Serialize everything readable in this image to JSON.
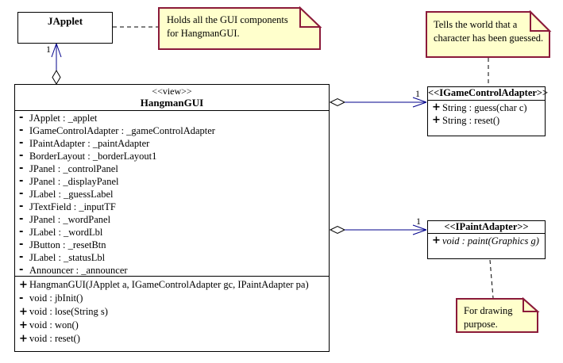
{
  "diagram": {
    "japplet": {
      "title": "JApplet"
    },
    "hangman": {
      "stereotype": "<<view>>",
      "title": "HangmanGUI",
      "fields": [
        {
          "vis": "-",
          "text": "JApplet : _applet"
        },
        {
          "vis": "-",
          "text": "IGameControlAdapter : _gameControlAdapter"
        },
        {
          "vis": "-",
          "text": "IPaintAdapter : _paintAdapter"
        },
        {
          "vis": "-",
          "text": "BorderLayout : _borderLayout1"
        },
        {
          "vis": "-",
          "text": "JPanel : _controlPanel"
        },
        {
          "vis": "-",
          "text": "JPanel : _displayPanel"
        },
        {
          "vis": "-",
          "text": "JLabel : _guessLabel"
        },
        {
          "vis": "-",
          "text": "JTextField : _inputTF"
        },
        {
          "vis": "-",
          "text": "JPanel : _wordPanel"
        },
        {
          "vis": "-",
          "text": "JLabel : _wordLbl"
        },
        {
          "vis": "-",
          "text": "JButton : _resetBtn"
        },
        {
          "vis": "-",
          "text": "JLabel : _statusLbl"
        },
        {
          "vis": "-",
          "text": "Announcer : _announcer"
        }
      ],
      "methods": [
        {
          "vis": "+",
          "text": "HangmanGUI(JApplet a, IGameControlAdapter gc, IPaintAdapter pa)"
        },
        {
          "vis": "-",
          "text": "void : jbInit()"
        },
        {
          "vis": "+",
          "text": "void : lose(String s)"
        },
        {
          "vis": "+",
          "text": "void : won()"
        },
        {
          "vis": "+",
          "text": "void : reset()"
        }
      ]
    },
    "igame": {
      "title": "<<IGameControlAdapter>>",
      "methods": [
        {
          "vis": "+",
          "text": "String : guess(char c)"
        },
        {
          "vis": "+",
          "text": "String : reset()"
        }
      ]
    },
    "ipaint": {
      "title": "<<IPaintAdapter>>",
      "methods": [
        {
          "vis": "+",
          "text": "void : paint(Graphics g)"
        }
      ]
    },
    "notes": {
      "gui": "Holds all the GUI components\nfor HangmanGUI.",
      "guess": "Tells the world that a\ncharacter has been guessed.",
      "draw": "For drawing\npurpose."
    },
    "multiplicity": {
      "japplet": "1",
      "igame": "1",
      "ipaint": "1"
    },
    "colors": {
      "note_fill": "#FFFFCC",
      "note_border": "#8B1A3A",
      "line_blue": "#00008B"
    }
  }
}
